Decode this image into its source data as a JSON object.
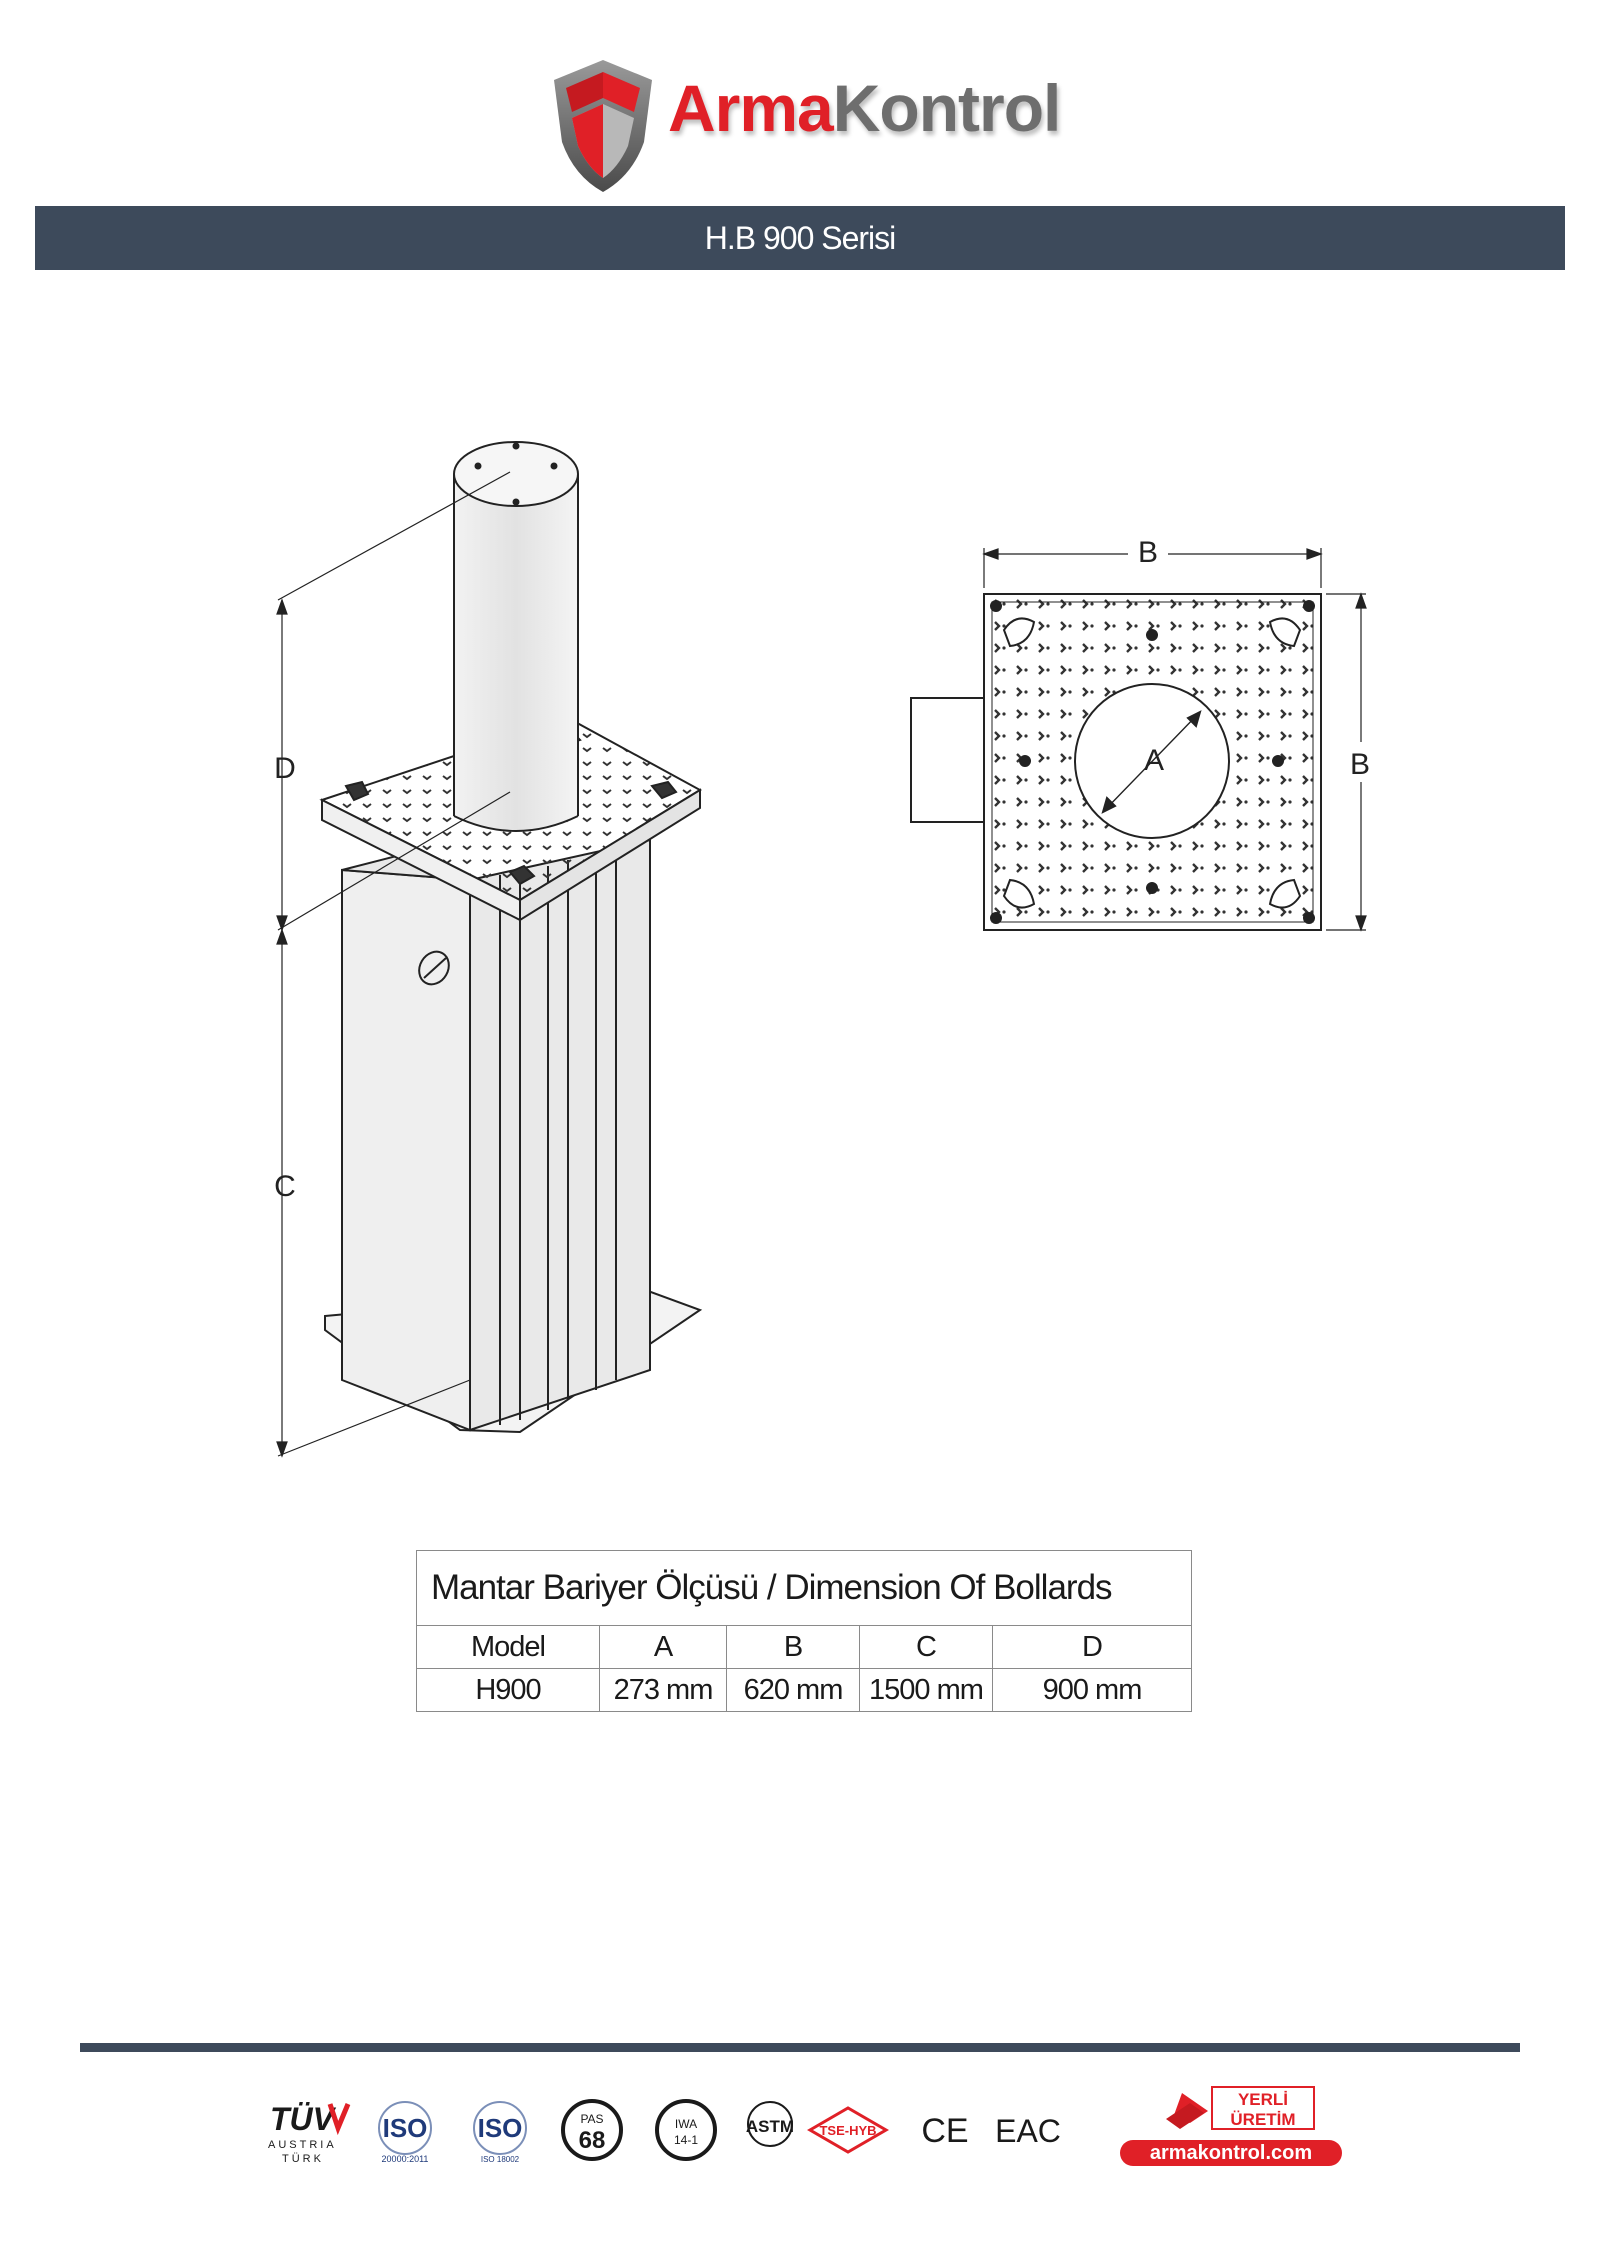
{
  "brand": {
    "name_part1": "Arma",
    "name_part2": "Kontrol",
    "red": "#e02027",
    "gray": "#6e6e6e"
  },
  "banner": {
    "title": "H.B 900 Serisi",
    "color": "#3d4a5b"
  },
  "drawing_labels": {
    "a": "A",
    "b_top": "B",
    "b_side": "B",
    "c": "C",
    "d": "D"
  },
  "table": {
    "title": "Mantar Bariyer Ölçüsü / Dimension Of Bollards",
    "headers": [
      "Model",
      "A",
      "B",
      "C",
      "D"
    ],
    "row": [
      "H900",
      "273 mm",
      "620 mm",
      "1500 mm",
      "900 mm"
    ]
  },
  "certifications": {
    "tuv_main": "TÜV",
    "tuv_sub1": "AUSTRIA",
    "tuv_sub2": "TÜRK",
    "iso1": "ISO",
    "iso1_sub": "20000:2011",
    "iso2": "ISO",
    "iso2_sub": "ISO 18002",
    "pas_top": "PAS",
    "pas_num": "68",
    "iwa_top": "IWA",
    "iwa_num": "14-1",
    "astm": "ASTM",
    "tse": "TSE-HYB",
    "ce": "CE",
    "eac": "EAC"
  },
  "footer": {
    "yerli1": "YERLİ",
    "yerli2": "ÜRETİM",
    "url": "armakontrol.com"
  }
}
